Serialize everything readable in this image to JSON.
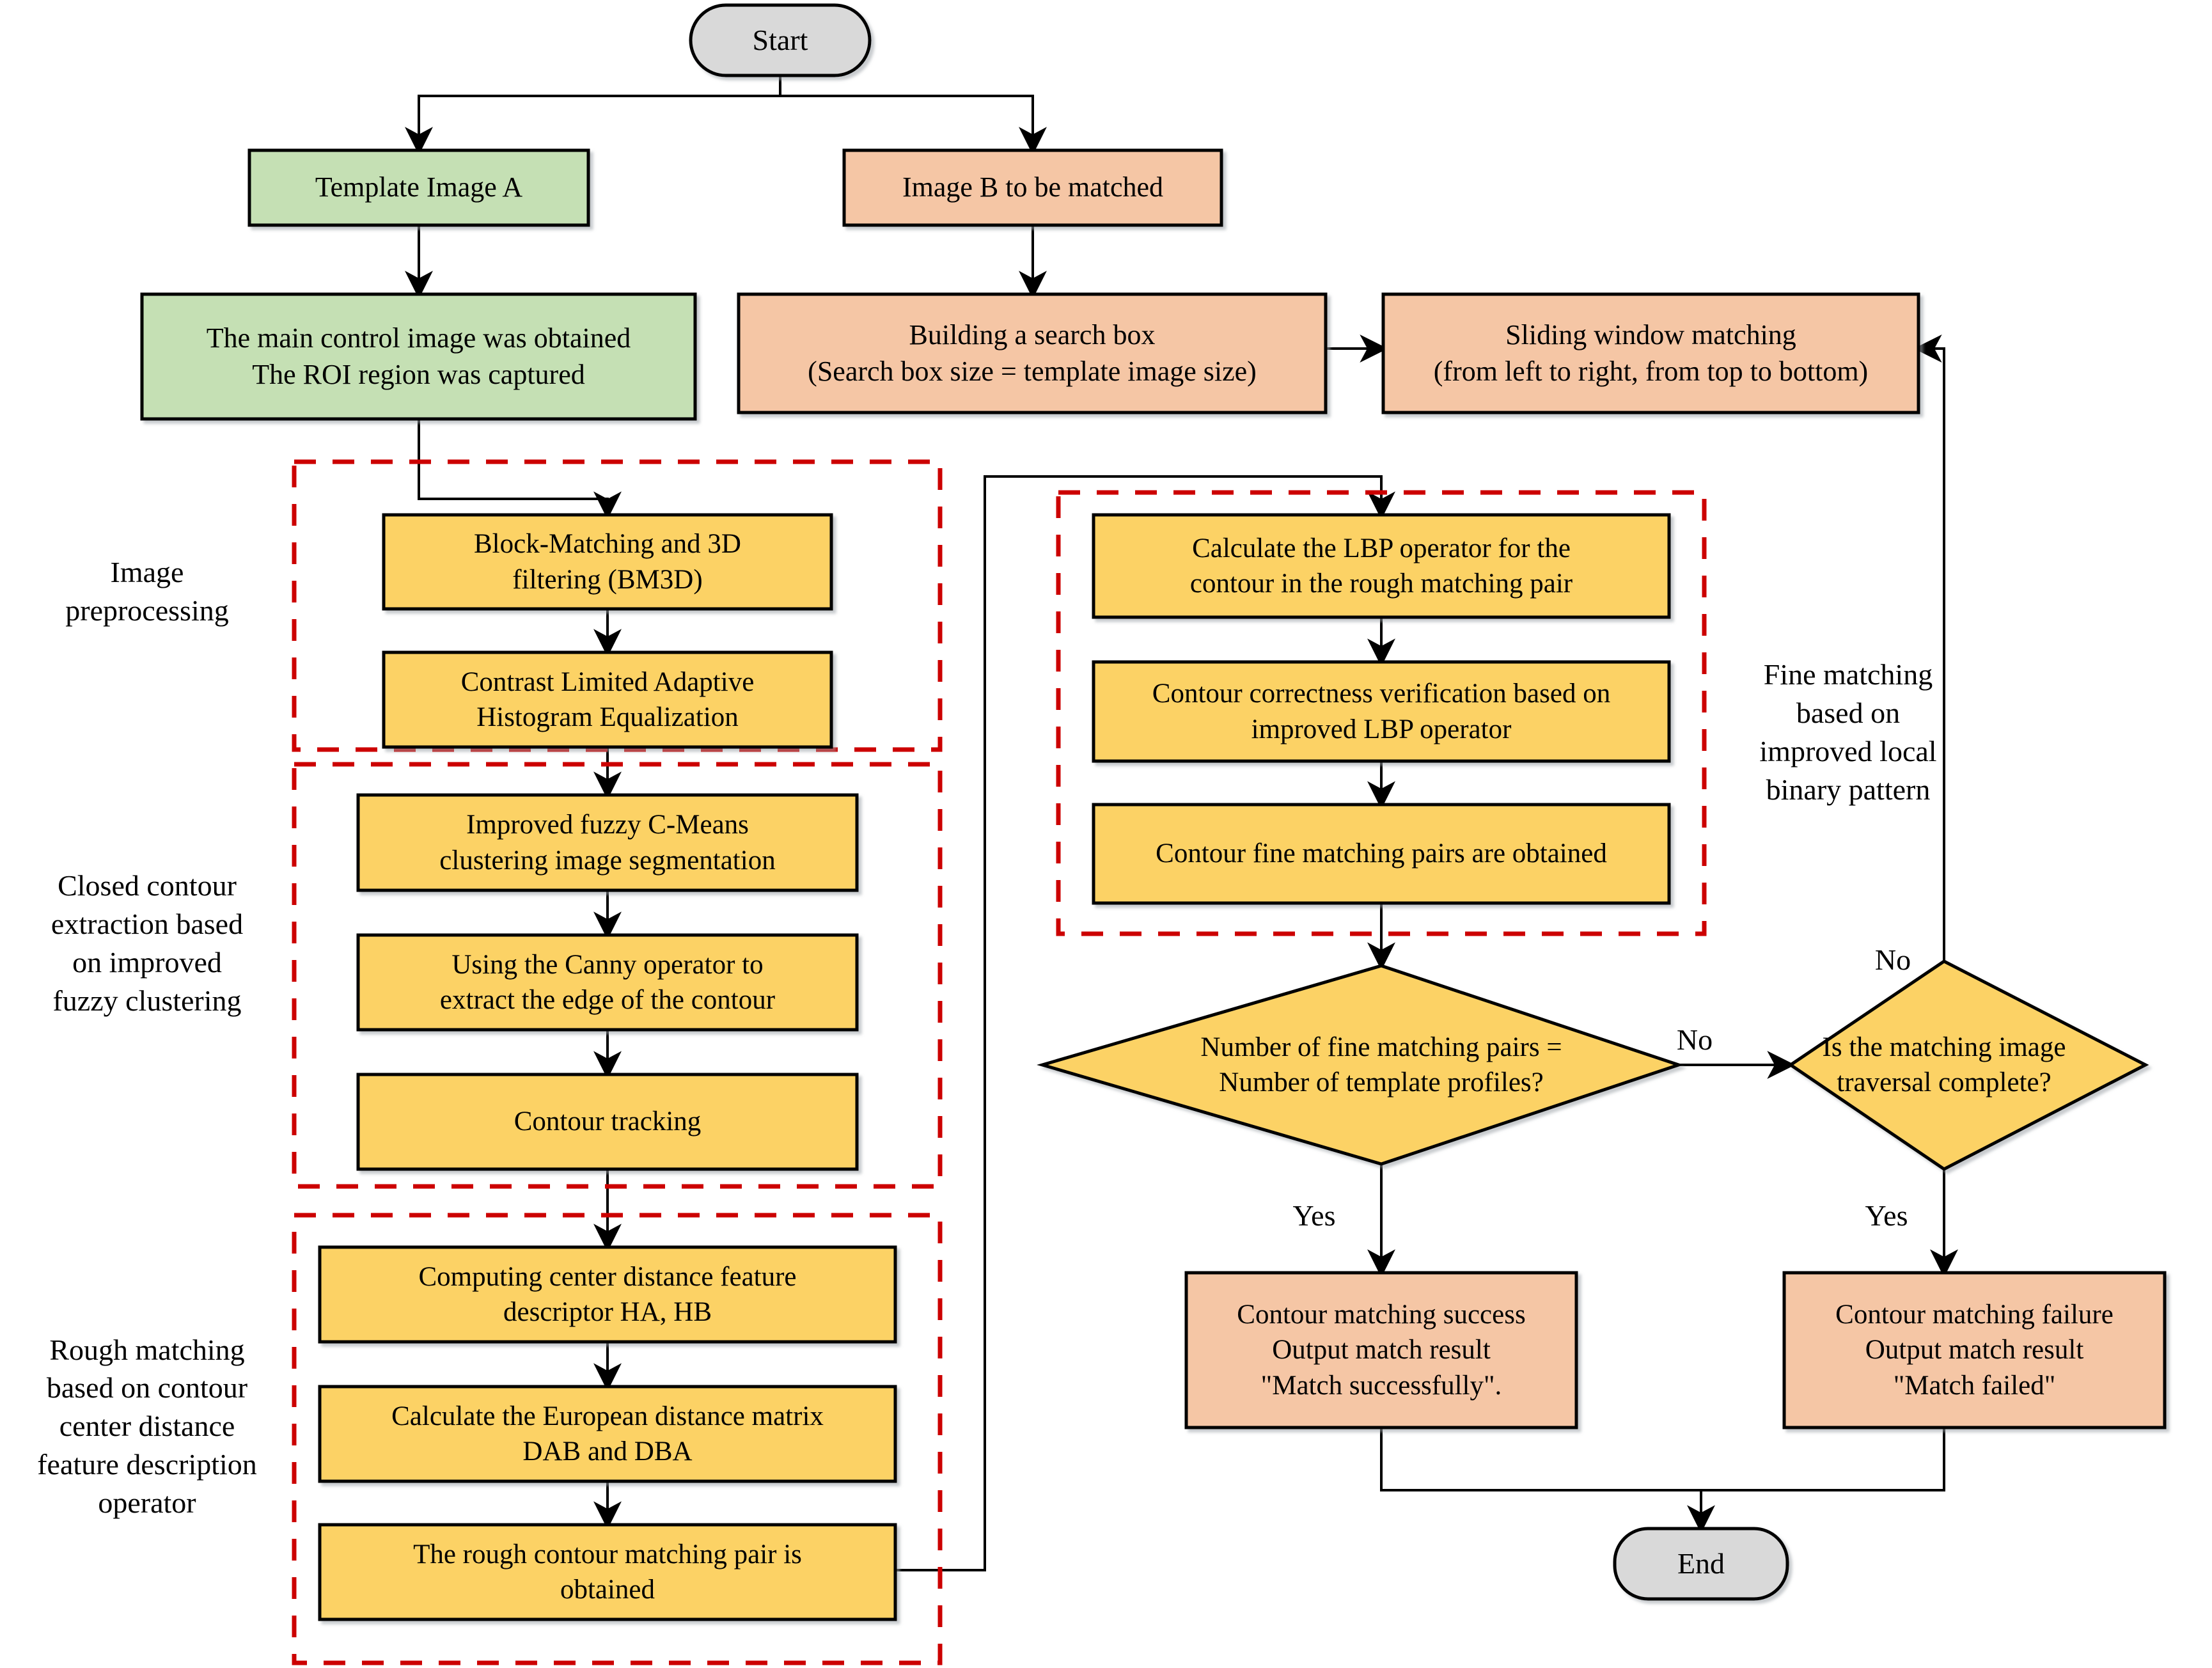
{
  "diagram": {
    "title": "Contour matching algorithm flowchart",
    "colors": {
      "terminal_fill": "#d9d9d9",
      "green_fill": "#c5e0b4",
      "peach_fill": "#f5c6a5",
      "yellow_fill": "#fcd265",
      "stroke": "#000000",
      "group_border": "#cc0000",
      "background": "#ffffff"
    },
    "nodes": {
      "start": "Start",
      "end": "End",
      "template_image": "Template Image A",
      "image_b": "Image B to be matched",
      "main_control": "The main control image was obtained\nThe ROI region was captured",
      "search_box": "Building a search box\n(Search box size = template image size)",
      "sliding_window": "Sliding window matching\n(from left to right, from top to bottom)",
      "bm3d": "Block-Matching and 3D\nfiltering (BM3D)",
      "clahe": "Contrast Limited Adaptive\nHistogram Equalization",
      "fcm": "Improved fuzzy C-Means\nclustering image segmentation",
      "canny": "Using the Canny operator to\nextract the edge of the contour",
      "contour_tracking": "Contour tracking",
      "center_distance": "Computing center distance feature\ndescriptor HA, HB",
      "euclidean": "Calculate the European distance matrix\nDAB and DBA",
      "rough_pair": "The rough contour matching pair is\nobtained",
      "lbp_calc": "Calculate the LBP operator for the\ncontour in the rough matching pair",
      "lbp_verify": "Contour correctness verification based on\nimproved LBP operator",
      "fine_pairs": "Contour fine matching pairs are obtained",
      "decision_pairs": "Number of fine matching pairs =\nNumber of template profiles?",
      "decision_traversal": "Is the matching image\ntraversal complete?",
      "success": "Contour matching success\nOutput match result\n\"Match successfully\".",
      "failure": "Contour matching failure\nOutput match result\n\"Match failed\""
    },
    "group_labels": {
      "image_preprocessing": "Image\npreprocessing",
      "closed_contour": "Closed contour\nextraction based\non improved\nfuzzy clustering",
      "rough_matching": "Rough matching\nbased on contour\ncenter distance\nfeature description\noperator",
      "fine_matching": "Fine matching\nbased on\nimproved local\nbinary pattern"
    },
    "edge_labels": {
      "no_pairs": "No",
      "yes_pairs": "Yes",
      "no_traversal": "No",
      "yes_traversal": "Yes"
    }
  }
}
